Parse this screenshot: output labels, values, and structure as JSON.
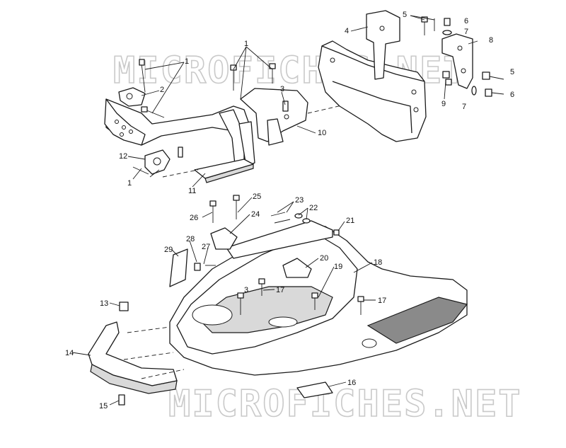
{
  "watermark": {
    "top": "MICROFICHES.NET",
    "bottom": "MICROFICHES.NET"
  },
  "callouts": [
    {
      "id": "c1a",
      "text": "1"
    },
    {
      "id": "c1b",
      "text": "1"
    },
    {
      "id": "c1c",
      "text": "1"
    },
    {
      "id": "c2",
      "text": "2"
    },
    {
      "id": "c3a",
      "text": "3"
    },
    {
      "id": "c3b",
      "text": "3"
    },
    {
      "id": "c4",
      "text": "4"
    },
    {
      "id": "c5a",
      "text": "5"
    },
    {
      "id": "c5b",
      "text": "5"
    },
    {
      "id": "c6a",
      "text": "6"
    },
    {
      "id": "c6b",
      "text": "6"
    },
    {
      "id": "c7a",
      "text": "7"
    },
    {
      "id": "c7b",
      "text": "7"
    },
    {
      "id": "c8",
      "text": "8"
    },
    {
      "id": "c9",
      "text": "9"
    },
    {
      "id": "c10",
      "text": "10"
    },
    {
      "id": "c11",
      "text": "11"
    },
    {
      "id": "c12",
      "text": "12"
    },
    {
      "id": "c13",
      "text": "13"
    },
    {
      "id": "c14",
      "text": "14"
    },
    {
      "id": "c15",
      "text": "15"
    },
    {
      "id": "c16",
      "text": "16"
    },
    {
      "id": "c17a",
      "text": "17"
    },
    {
      "id": "c17b",
      "text": "17"
    },
    {
      "id": "c18",
      "text": "18"
    },
    {
      "id": "c19",
      "text": "19"
    },
    {
      "id": "c20",
      "text": "20"
    },
    {
      "id": "c21",
      "text": "21"
    },
    {
      "id": "c22",
      "text": "22"
    },
    {
      "id": "c23",
      "text": "23"
    },
    {
      "id": "c24",
      "text": "24"
    },
    {
      "id": "c25",
      "text": "25"
    },
    {
      "id": "c26",
      "text": "26"
    },
    {
      "id": "c27",
      "text": "27"
    },
    {
      "id": "c28",
      "text": "28"
    },
    {
      "id": "c29",
      "text": "29"
    }
  ]
}
